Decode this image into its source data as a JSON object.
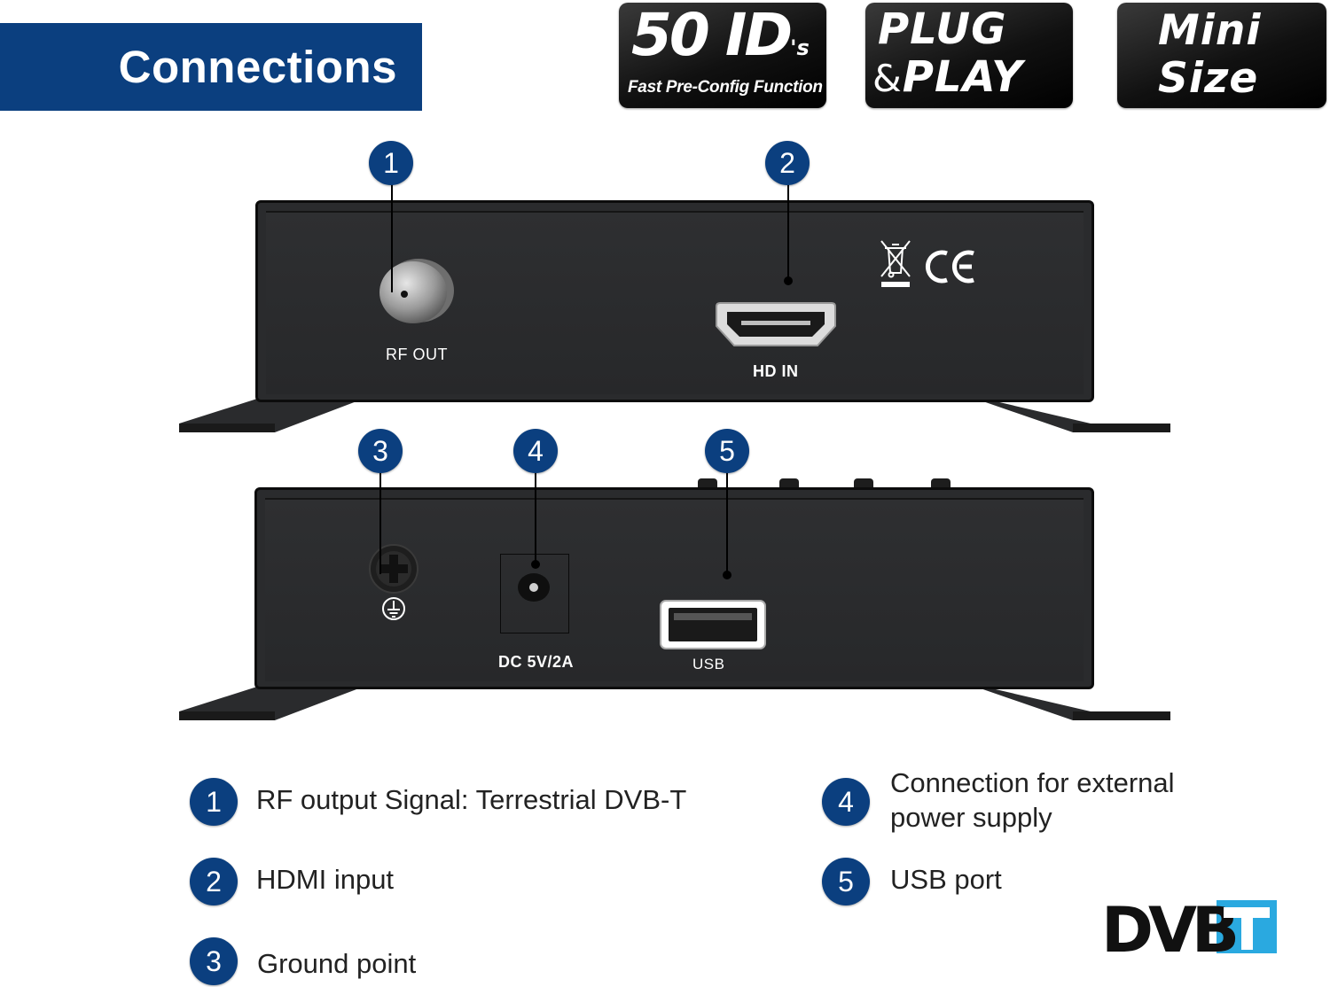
{
  "header": {
    "title": "Connections"
  },
  "badges": [
    {
      "main": "50 ID",
      "suffix": "'s",
      "sub": "Fast Pre-Config Function"
    },
    {
      "line1": "PLUG",
      "amp": "&",
      "line2": "PLAY"
    },
    {
      "line1": "Mini",
      "line2": "Size"
    }
  ],
  "device": {
    "front_ports": {
      "rf_out": "RF OUT",
      "hd_in": "HD IN"
    },
    "rear_ports": {
      "dc": "DC 5V/2A",
      "usb": "USB"
    }
  },
  "callouts": [
    "1",
    "2",
    "3",
    "4",
    "5"
  ],
  "legend": [
    {
      "num": "1",
      "text": "RF output Signal: Terrestrial DVB-T"
    },
    {
      "num": "2",
      "text": "HDMI input"
    },
    {
      "num": "3",
      "text": "Ground point"
    },
    {
      "num": "4",
      "text": "Connection for external power supply"
    },
    {
      "num": "5",
      "text": "USB port"
    }
  ],
  "logo": {
    "text": "DVB T"
  },
  "colors": {
    "brand_blue": "#0b3f7f",
    "logo_cyan": "#2aa9e0",
    "device": "#2a2b2d"
  }
}
